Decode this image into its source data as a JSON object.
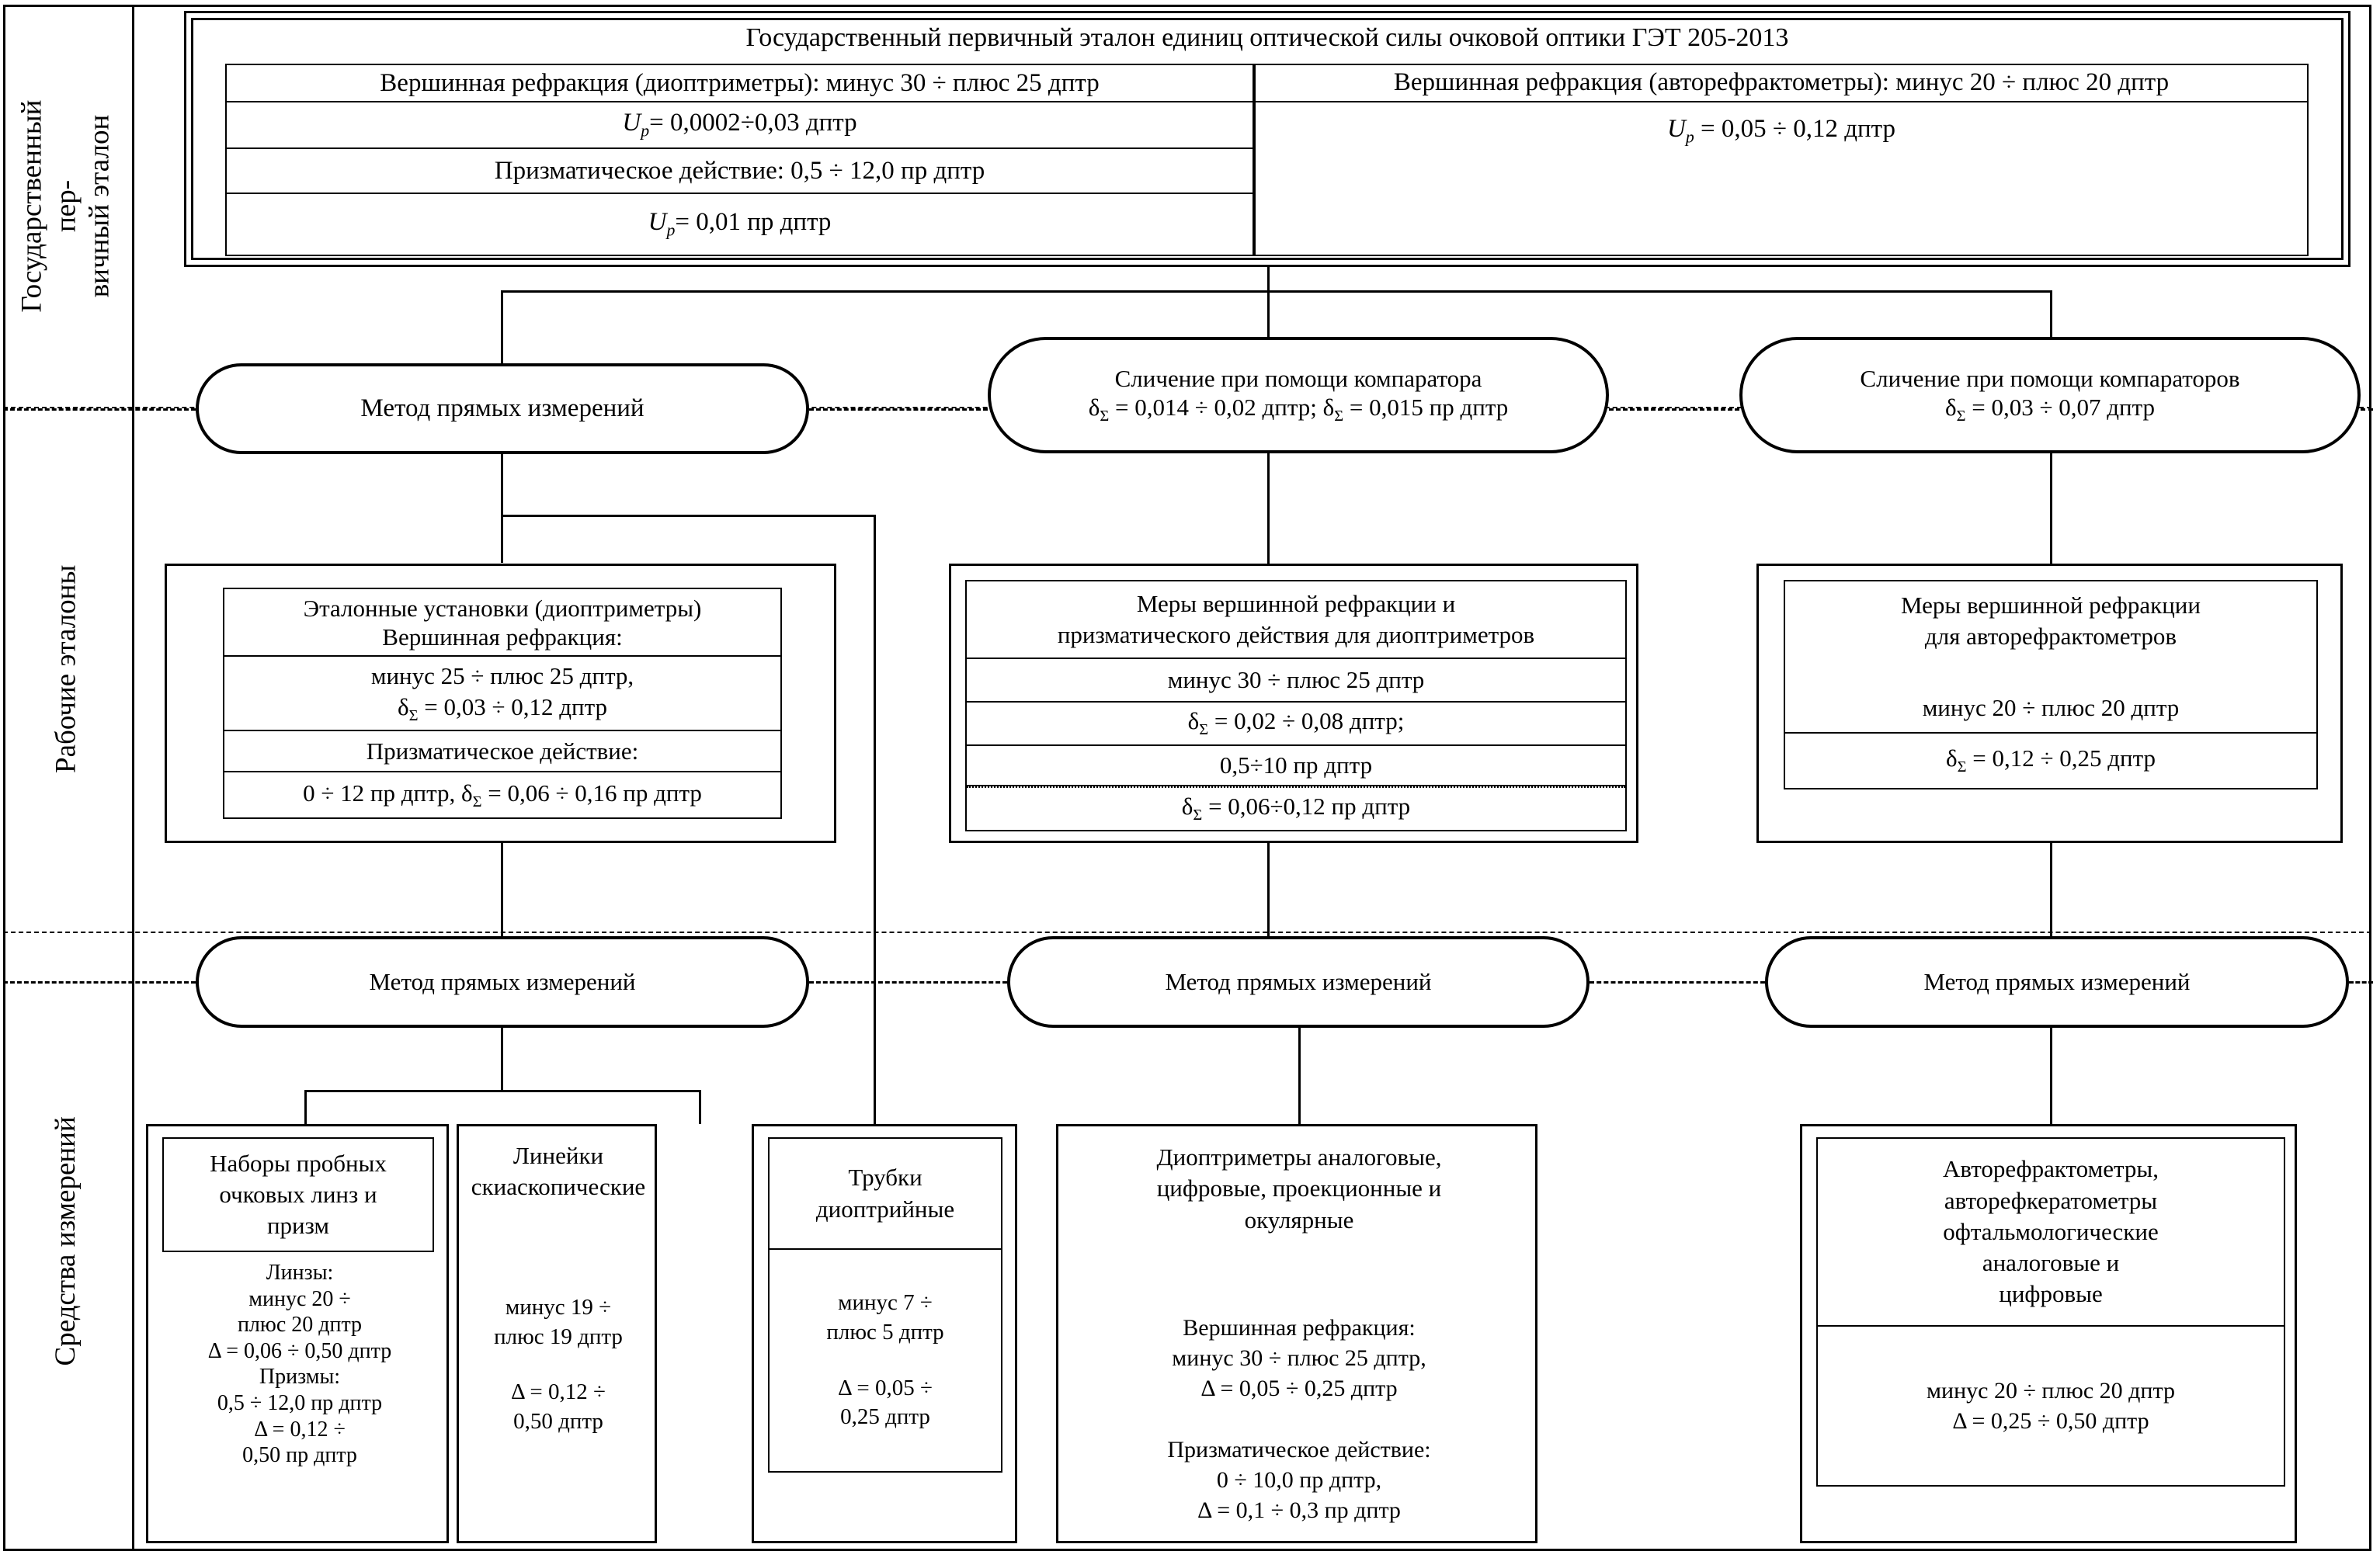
{
  "sidebar": {
    "sections": [
      {
        "name": "state-primary-standard",
        "label": "Государственный пер-\nвичный эталон"
      },
      {
        "name": "working-standards",
        "label": "Рабочие эталоны"
      },
      {
        "name": "measuring-instruments",
        "label": "Средства измерений"
      }
    ]
  },
  "primary_standard": {
    "title": "Государственный первичный эталон единиц оптической силы очковой оптики ГЭТ 205-2013",
    "left_column": [
      "Вершинная рефракция (диоптриметры): минус 30 ÷ плюс 25 дптр",
      "Up= 0,0002÷0,03 дптр",
      "Призматическое действие: 0,5 ÷ 12,0 пр дптр",
      "Up= 0,01 пр дптр"
    ],
    "right_column": [
      "Вершинная рефракция (авторефрактометры): минус 20 ÷ плюс 20 дптр",
      "Up = 0,05 ÷ 0,12 дптр"
    ]
  },
  "methods_row1": [
    {
      "name": "direct-measurement-method",
      "lines": [
        "Метод прямых измерений"
      ]
    },
    {
      "name": "comparator-comparison",
      "lines": [
        "Сличение при помощи компаратора",
        "δΣ = 0,014 ÷ 0,02 дптр; δΣ = 0,015 пр дптр"
      ]
    },
    {
      "name": "comparators-comparison",
      "lines": [
        "Сличение при помощи компараторов",
        "δΣ = 0,03 ÷ 0,07 дптр"
      ]
    }
  ],
  "working_standards": [
    {
      "name": "reference-dioptrimeters",
      "rows": [
        {
          "lines": [
            "Эталонные установки (диоптриметры)",
            "Вершинная рефракция:"
          ]
        },
        {
          "lines": [
            "минус 25 ÷ плюс 25 дптр,",
            "δΣ = 0,03 ÷ 0,12 дптр"
          ]
        },
        {
          "lines": [
            "Призматическое действие:"
          ]
        },
        {
          "lines": [
            "0 ÷ 12 пр дптр, δΣ = 0,06 ÷ 0,16 пр дптр"
          ]
        }
      ]
    },
    {
      "name": "measures-for-dioptrimeters",
      "rows": [
        {
          "lines": [
            "Меры вершинной рефракции и",
            "призматического действия для диоптриметров"
          ]
        },
        {
          "lines": [
            "минус 30 ÷ плюс 25 дптр"
          ]
        },
        {
          "lines": [
            "δΣ = 0,02 ÷ 0,08 дптр;"
          ]
        },
        {
          "lines": [
            "0,5÷10 пр дптр"
          ]
        },
        {
          "lines": [
            "δΣ = 0,06÷0,12 пр дптр"
          ]
        }
      ]
    },
    {
      "name": "measures-for-autorefractometers",
      "rows": [
        {
          "lines": [
            "Меры вершинной рефракции",
            "для авторефрактометров",
            "",
            "минус 20 ÷ плюс 20 дптр"
          ]
        },
        {
          "lines": [
            "δΣ = 0,12 ÷ 0,25 дптр"
          ]
        }
      ]
    }
  ],
  "methods_row2": [
    {
      "name": "direct-measurement-method-left",
      "label": "Метод прямых измерений"
    },
    {
      "name": "direct-measurement-method-center",
      "label": "Метод прямых измерений"
    },
    {
      "name": "direct-measurement-method-right",
      "label": "Метод прямых измерений"
    }
  ],
  "instruments": [
    {
      "name": "trial-lens-sets",
      "title": [
        "Наборы пробных",
        "очковых линз и",
        "призм"
      ],
      "body": [
        "Линзы:",
        "минус 20 ÷",
        "плюс 20 дптр",
        "Δ = 0,06 ÷ 0,50 дптр",
        "Призмы:",
        "0,5 ÷ 12,0 пр дптр",
        "Δ = 0,12 ÷",
        "0,50 пр дптр"
      ]
    },
    {
      "name": "skiascopic-rulers",
      "title": [
        "Линейки",
        "скиаскопические"
      ],
      "body": [
        "минус 19 ÷",
        "плюс 19 дптр",
        "",
        "Δ = 0,12 ÷",
        "0,50 дптр"
      ]
    },
    {
      "name": "diopter-tubes",
      "title": [
        "Трубки",
        "диоптрийные"
      ],
      "body": [
        "минус 7 ÷",
        "плюс 5 дптр",
        "",
        "Δ = 0,05 ÷",
        "0,25 дптр"
      ]
    },
    {
      "name": "dioptrimeters",
      "title": [
        "Диоптриметры аналоговые,",
        "цифровые, проекционные и",
        "окулярные"
      ],
      "body": [
        "Вершинная рефракция:",
        "минус 30 ÷ плюс 25 дптр,",
        "Δ = 0,05 ÷ 0,25 дптр",
        "",
        "Призматическое действие:",
        "0 ÷ 10,0 пр дптр,",
        "Δ = 0,1 ÷ 0,3 пр дптр"
      ]
    },
    {
      "name": "autorefractometers",
      "title": [
        "Авторефрактометры,",
        "авторефкератометры",
        "офтальмологические",
        "аналоговые и",
        "цифровые"
      ],
      "body": [
        "минус 20 ÷ плюс 20 дптр",
        "Δ = 0,25 ÷ 0,50 дптр"
      ]
    }
  ],
  "colors": {
    "line": "#000000",
    "background": "#ffffff"
  }
}
